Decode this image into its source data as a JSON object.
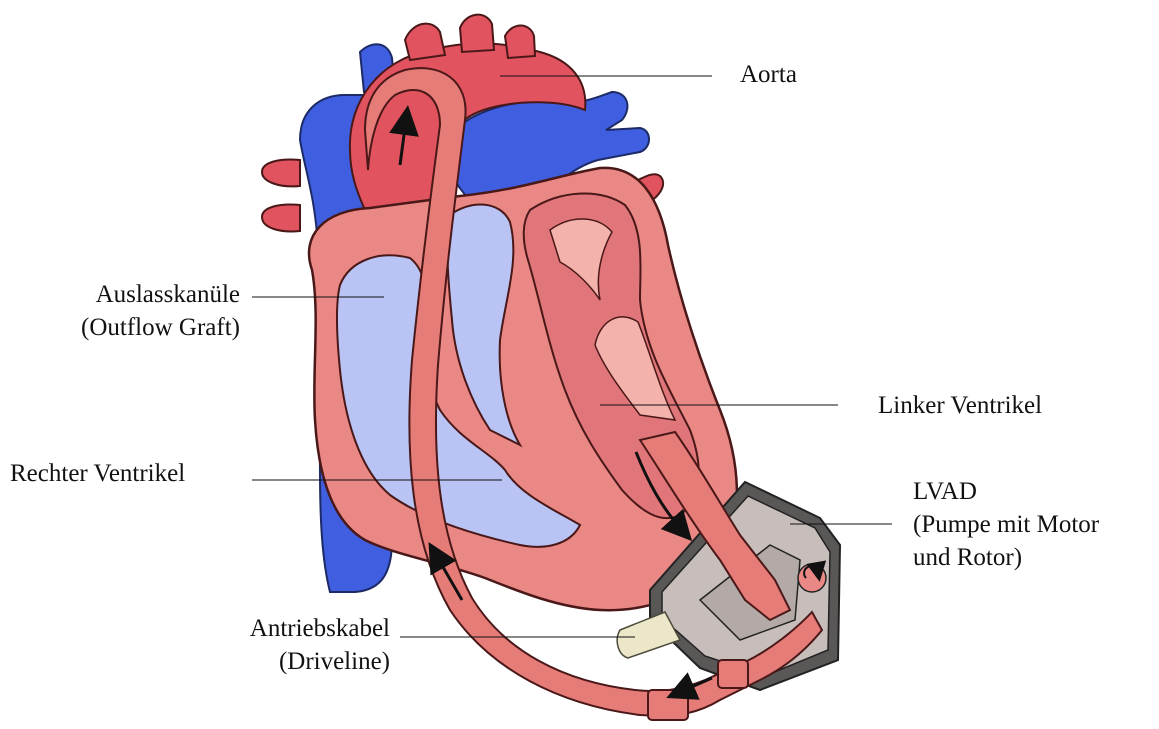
{
  "labels": {
    "aorta": "Aorta",
    "outflow_graft": [
      "Auslasskanüle",
      "(Outflow Graft)"
    ],
    "left_ventricle": "Linker Ventrikel",
    "right_ventricle": "Rechter Ventrikel",
    "lvad": [
      "LVAD",
      "(Pumpe mit Motor",
      "und Rotor)"
    ],
    "driveline": [
      "Antriebskabel",
      "(Driveline)"
    ]
  },
  "colors": {
    "artery_red": "#e0535f",
    "vein_blue": "#3f5fe0",
    "myocardium": "#e98884",
    "chamber_pink": "#f3b2ac",
    "chamber_blue": "#b9c4f5",
    "graft": "#e67c78",
    "pump_dark": "#5a5757",
    "pump_light": "#c7bebb",
    "driveline_cream": "#ece7c8",
    "outline": "#2a1a1a"
  }
}
